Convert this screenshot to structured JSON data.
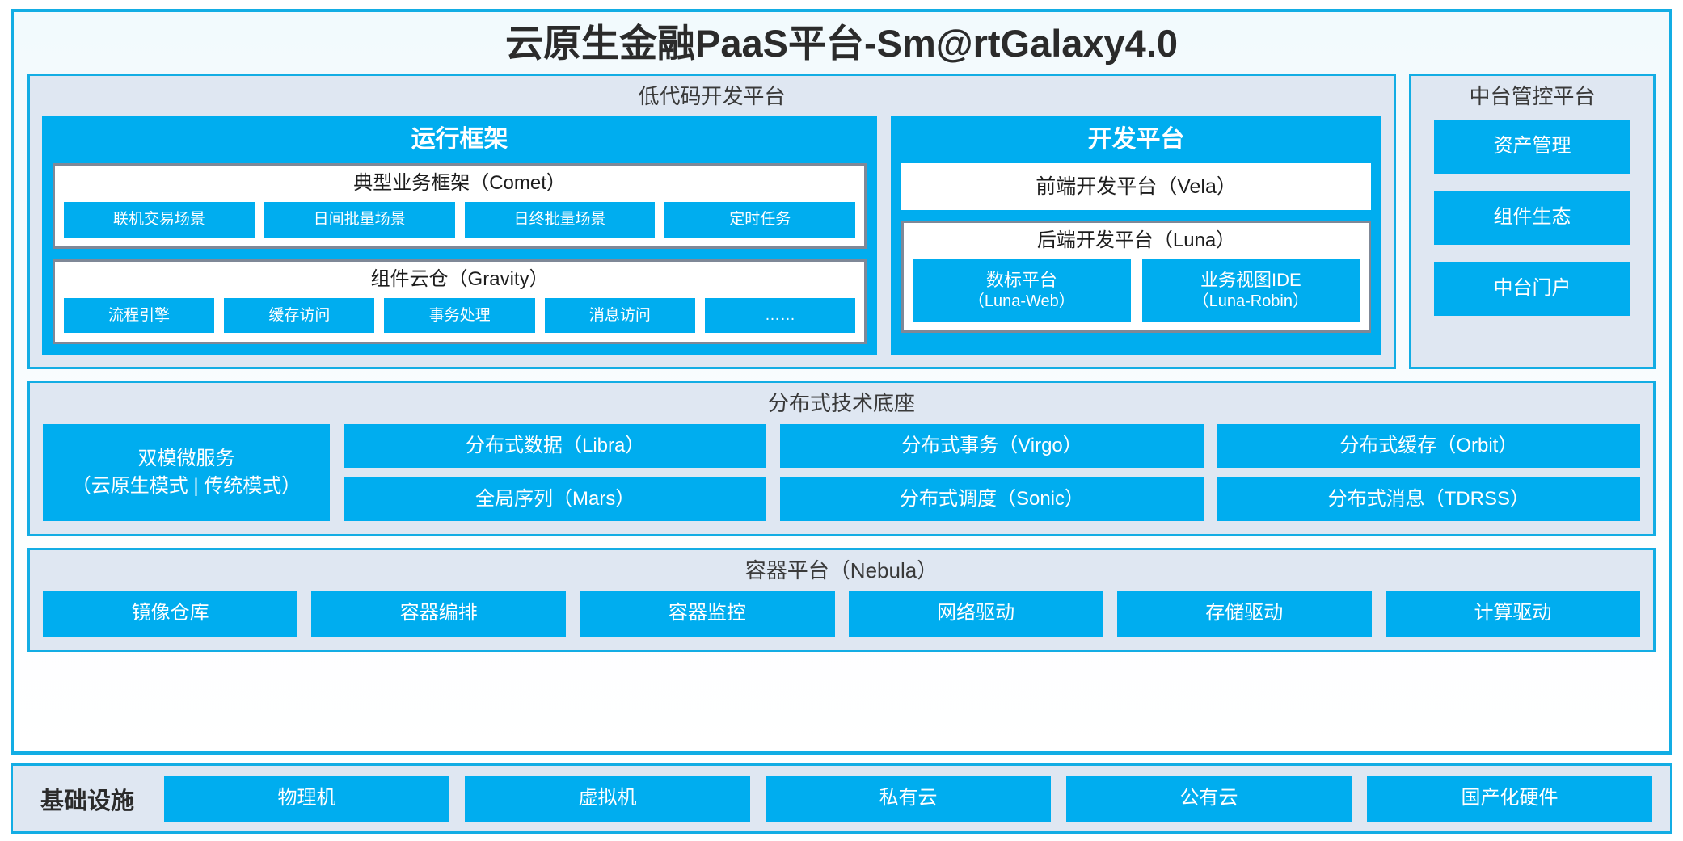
{
  "title": "云原生金融PaaS平台-Sm@rtGalaxy4.0",
  "lowcode": {
    "title": "低代码开发平台",
    "runtime": {
      "title": "运行框架",
      "comet": {
        "title": "典型业务框架（Comet）",
        "items": [
          "联机交易场景",
          "日间批量场景",
          "日终批量场景",
          "定时任务"
        ]
      },
      "gravity": {
        "title": "组件云仓（Gravity）",
        "items": [
          "流程引擎",
          "缓存访问",
          "事务处理",
          "消息访问",
          "……"
        ]
      }
    },
    "devplatform": {
      "title": "开发平台",
      "vela": "前端开发平台（Vela）",
      "luna": {
        "title": "后端开发平台（Luna）",
        "items": [
          {
            "line1": "数标平台",
            "line2": "（Luna-Web）"
          },
          {
            "line1": "业务视图IDE",
            "line2": "（Luna-Robin）"
          }
        ]
      }
    }
  },
  "management": {
    "title": "中台管控平台",
    "items": [
      "资产管理",
      "组件生态",
      "中台门户"
    ]
  },
  "distributed": {
    "title": "分布式技术底座",
    "microservice": {
      "line1": "双模微服务",
      "line2": "（云原生模式 | 传统模式）"
    },
    "columns": [
      [
        "分布式数据（Libra）",
        "全局序列（Mars）"
      ],
      [
        "分布式事务（Virgo）",
        "分布式调度（Sonic）"
      ],
      [
        "分布式缓存（Orbit）",
        "分布式消息（TDRSS）"
      ]
    ]
  },
  "container": {
    "title": "容器平台（Nebula）",
    "items": [
      "镜像仓库",
      "容器编排",
      "容器监控",
      "网络驱动",
      "存储驱动",
      "计算驱动"
    ]
  },
  "infrastructure": {
    "label": "基础设施",
    "items": [
      "物理机",
      "虚拟机",
      "私有云",
      "公有云",
      "国产化硬件"
    ]
  },
  "colors": {
    "accent_blue": "#00adef",
    "frame_blue": "#13ade4",
    "panel_bg": "#dfe7f2",
    "card_border": "#7f8897",
    "text_dark": "#2b2b2b"
  }
}
